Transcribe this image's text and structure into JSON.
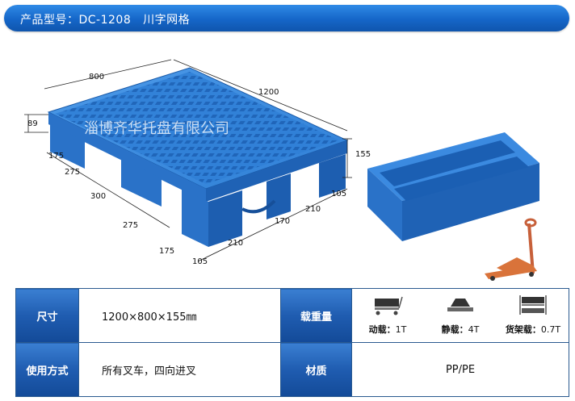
{
  "header": {
    "title": "产品型号：DC-1208   川字网格"
  },
  "diagram": {
    "watermark": "淄博齐华托盘有限公司",
    "dimensions": {
      "length": "1200",
      "width": "800",
      "height": "155",
      "deck_thickness": "89",
      "left_side": [
        "175",
        "275",
        "300",
        "275",
        "175"
      ],
      "front_bottom": [
        "105",
        "210",
        "170",
        "210",
        "105"
      ]
    },
    "colors": {
      "pallet": "#2f7fd6",
      "pallet_dark": "#1b5fb3",
      "truck": "#d9733a"
    },
    "icons": [
      "front-pallet-icon",
      "perspective-pallet-icon",
      "hand-pallet-truck-icon"
    ]
  },
  "specs": {
    "size_label": "尺寸",
    "size_value": "1200×800×155㎜",
    "load_label": "载重量",
    "load": [
      {
        "name": "动载：",
        "value": "1T",
        "icon": "dynamic-load-icon"
      },
      {
        "name": "静载：",
        "value": "4T",
        "icon": "static-load-icon"
      },
      {
        "name": "货架载：",
        "value": "0.7T",
        "icon": "racking-load-icon"
      }
    ],
    "usage_label": "使用方式",
    "usage_value": "所有叉车，四向进叉",
    "material_label": "材质",
    "material_value": "PP/PE"
  }
}
